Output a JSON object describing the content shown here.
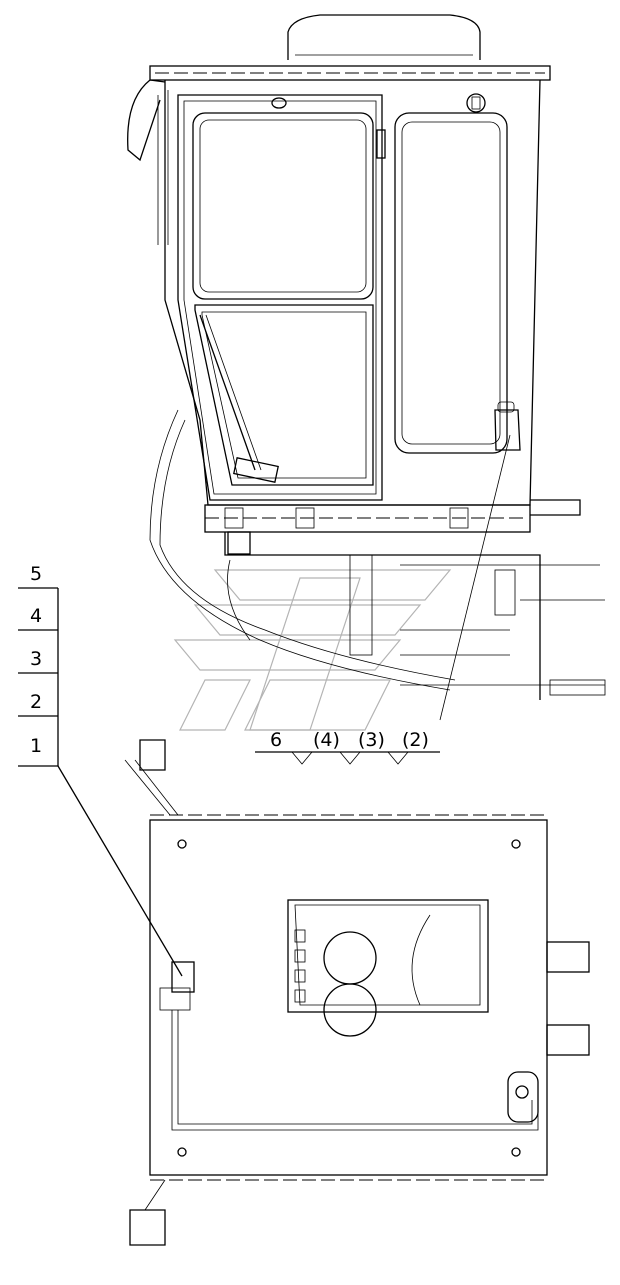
{
  "callouts": {
    "item1": "1",
    "item2": "2",
    "item3": "3",
    "item4": "4",
    "item5": "5",
    "item6": "6",
    "item2_paren": "(2)",
    "item3_paren": "(3)",
    "item4_paren": "(4)"
  },
  "colors": {
    "line": "#000000",
    "watermark": "#b4b4b4",
    "background": "#ffffff"
  }
}
